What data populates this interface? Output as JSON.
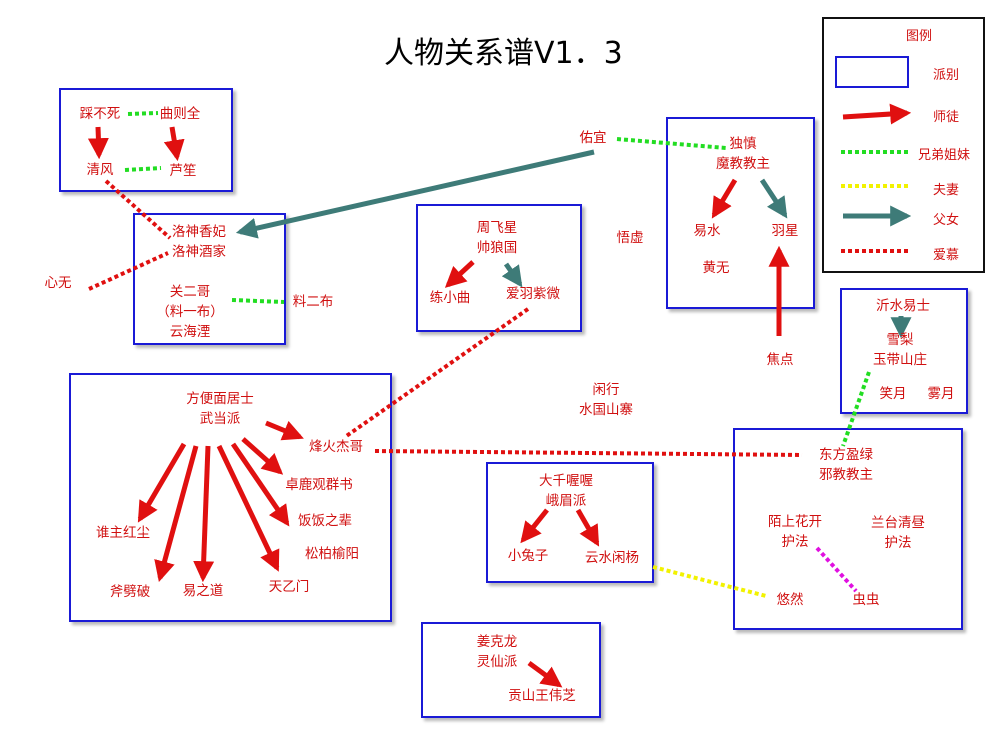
{
  "title": "人物关系谱V1．3",
  "legend": {
    "heading": "图例",
    "items": [
      {
        "key": "faction",
        "label": "派别",
        "color": "#1a1ad6"
      },
      {
        "key": "master",
        "label": "师徒",
        "color": "#e01010"
      },
      {
        "key": "sibling",
        "label": "兄弟姐妹",
        "color": "#22dd22"
      },
      {
        "key": "spouse",
        "label": "夫妻",
        "color": "#f2f200"
      },
      {
        "key": "father",
        "label": "父女",
        "color": "#3e7b78"
      },
      {
        "key": "love",
        "label": "爱慕",
        "color": "#e01010"
      }
    ]
  },
  "colors": {
    "node_text": "#d01010",
    "box_border": "#1a1ad6",
    "master": "#e01010",
    "sibling": "#22dd22",
    "spouse": "#f2f200",
    "father": "#3e7b78",
    "love": "#e01010",
    "magenta": "#e010e0"
  },
  "nodes": {
    "caibusi": "踩不死",
    "quzequan": "曲则全",
    "qingfeng": "清风",
    "lusheng": "芦笙",
    "luoshen": "洛神香妃\n洛神酒家",
    "xinwu": "心无",
    "guanerge": "关二哥\n（料一布）\n云海湮",
    "liaoerbu": "料二布",
    "youyi": "佑宜",
    "dushen": "独慎\n魔教教主",
    "yishui": "易水",
    "yuxing": "羽星",
    "huangwu": "黄无",
    "jiaodian": "焦点",
    "wuxu": "悟虚",
    "zhoufeixing": "周飞星\n帅狼国",
    "lianxiaoqu": "练小曲",
    "aiyuziwei": "爱羽紫微",
    "xianxing": "闲行\n水国山寨",
    "yishuiyishi": "沂水易士",
    "xueli": "雪梨\n玉带山庄",
    "xiaoyue": "笑月",
    "wuyue": "雾月",
    "fangbian": "方便面居士\n武当派",
    "fenghuo": "烽火杰哥",
    "zhuolu": "卓鹿观群书",
    "fanfan": "饭饭之辈",
    "songbai": "松柏榆阳",
    "shuizhu": "谁主红尘",
    "fupi": "斧劈破",
    "yizhidao": "易之道",
    "tianyimen": "天乙门",
    "daqian": "大千喔喔\n峨眉派",
    "xiaotuzi": "小兔子",
    "yunshui": "云水闲杨",
    "dongfang": "东方盈绿\n邪教教主",
    "moshang": "陌上花开\n护法",
    "lantai": "兰台清昼\n护法",
    "youran": "悠然",
    "chongchong": "虫虫",
    "jiangkelong": "姜克龙\n灵仙派",
    "gongshan": "贡山王伟芝"
  }
}
